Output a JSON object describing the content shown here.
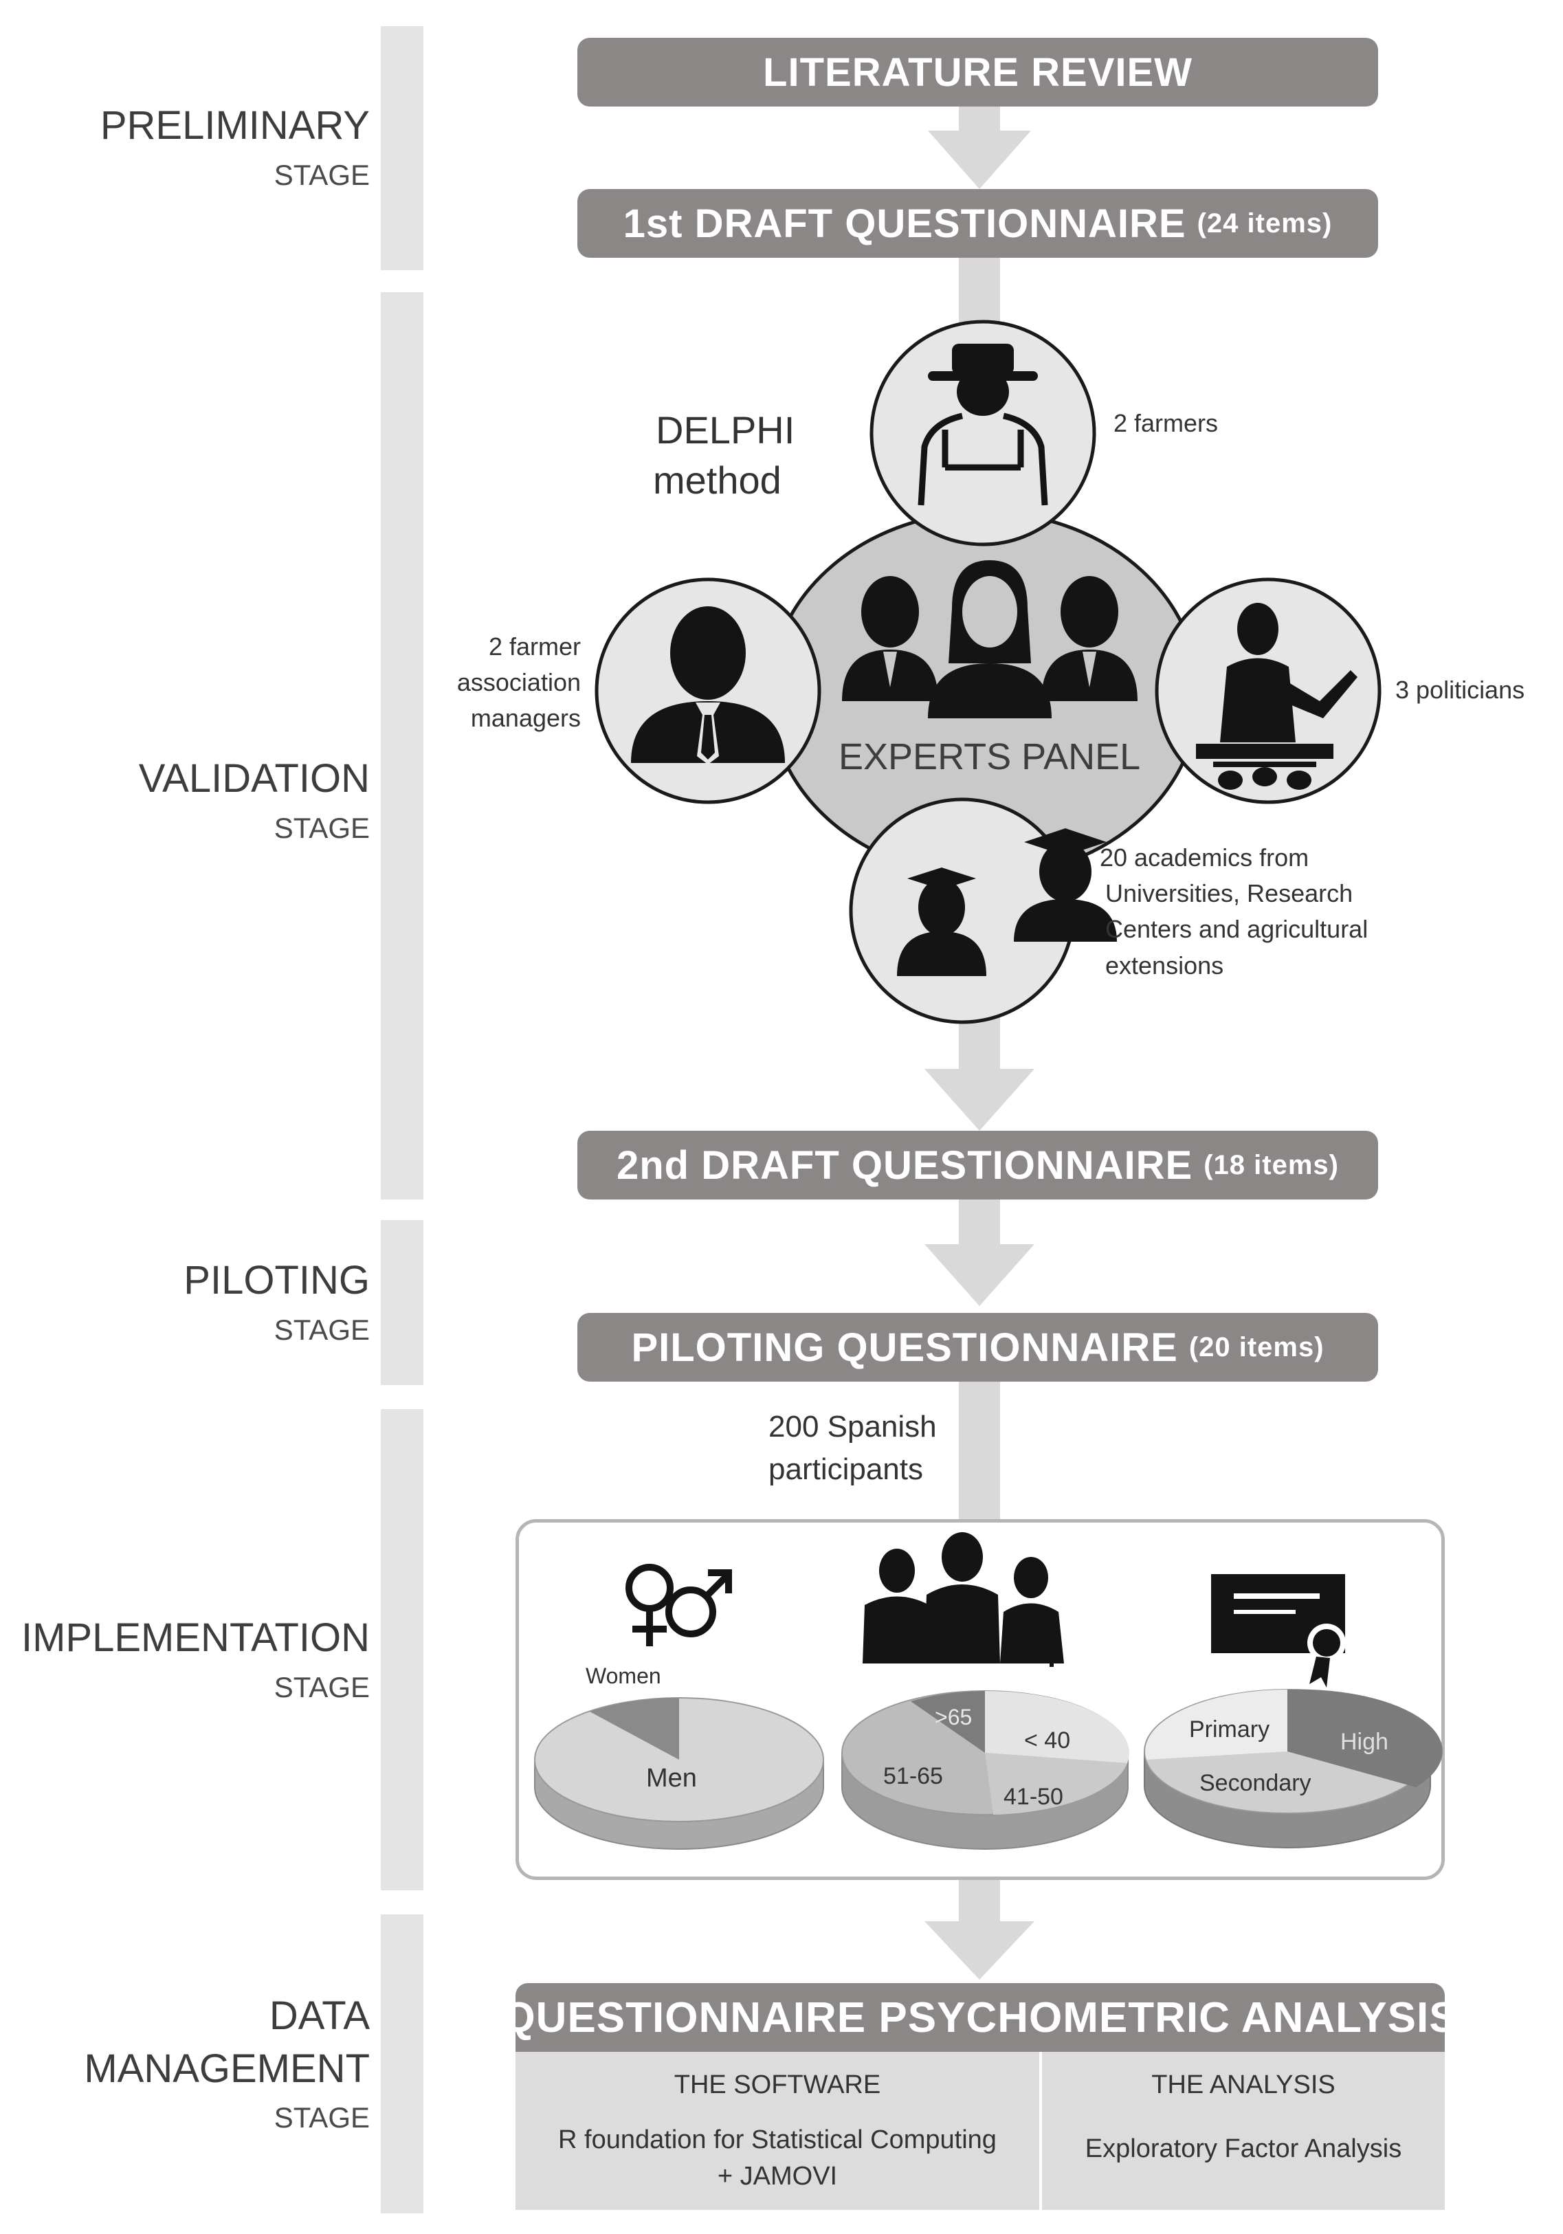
{
  "stages": {
    "preliminary": {
      "main": "PRELIMINARY",
      "sub": "STAGE"
    },
    "validation": {
      "main": "VALIDATION",
      "sub": "STAGE"
    },
    "piloting": {
      "main": "PILOTING",
      "sub": "STAGE"
    },
    "implementation": {
      "main": "IMPLEMENTATION",
      "sub": "STAGE"
    },
    "data_management": {
      "main1": "DATA",
      "main2": "MANAGEMENT",
      "sub": "STAGE"
    }
  },
  "boxes": {
    "literature_review": "LITERATURE REVIEW",
    "draft1": {
      "title": "1st DRAFT QUESTIONNAIRE",
      "items": "(24 items)"
    },
    "draft2": {
      "title": "2nd DRAFT QUESTIONNAIRE",
      "items": "(18 items)"
    },
    "piloting": {
      "title": "PILOTING QUESTIONNAIRE",
      "items": "(20 items)"
    },
    "analysis": "QUESTIONNAIRE PSYCHOMETRIC ANALYSIS"
  },
  "delphi": {
    "line1": "DELPHI",
    "line2": "method",
    "panel_label": "EXPERTS PANEL",
    "farmers": "2 farmers",
    "managers": [
      "2 farmer",
      "association",
      "managers"
    ],
    "politicians": "3 politicians",
    "academics": [
      "20 academics from",
      "Universities, Research",
      "Centers and agricultural",
      "extensions"
    ]
  },
  "implementation": {
    "participants": [
      "200 Spanish",
      "participants"
    ],
    "gender_labels": {
      "women": "Women",
      "men": "Men"
    },
    "age_labels": {
      "a": ">65",
      "b": "< 40",
      "c": "51-65",
      "d": "41-50"
    },
    "education_labels": {
      "primary": "Primary",
      "high": "High",
      "secondary": "Secondary"
    }
  },
  "analysis_table": {
    "col1_header": "THE SOFTWARE",
    "col1_line1": "R foundation for Statistical Computing",
    "col1_line2": "+ JAMOVI",
    "col2_header": "THE ANALYSIS",
    "col2_value": "Exploratory Factor Analysis"
  },
  "colors": {
    "box": "#8b8787",
    "stage_bar": "#e3e3e3",
    "arrow": "#d9d9d9",
    "icon_circle_fill": "#e6e6e6",
    "panel_fill": "#c9c9c9",
    "table_fill": "#dcdcdc"
  }
}
